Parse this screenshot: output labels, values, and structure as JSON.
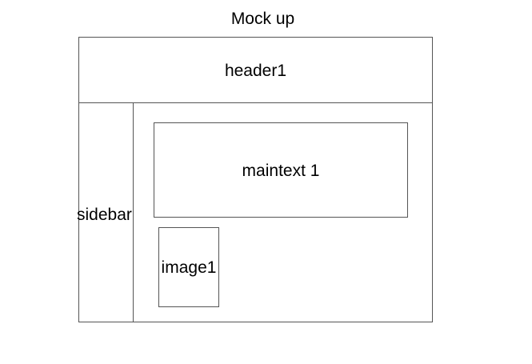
{
  "title": "Mock up",
  "header": {
    "label": "header1"
  },
  "sidebar": {
    "label": "sidebar"
  },
  "maintext": {
    "label": "maintext 1"
  },
  "image": {
    "label": "image1"
  },
  "colors": {
    "line": "#555555",
    "text": "#000000",
    "background": "#ffffff"
  }
}
